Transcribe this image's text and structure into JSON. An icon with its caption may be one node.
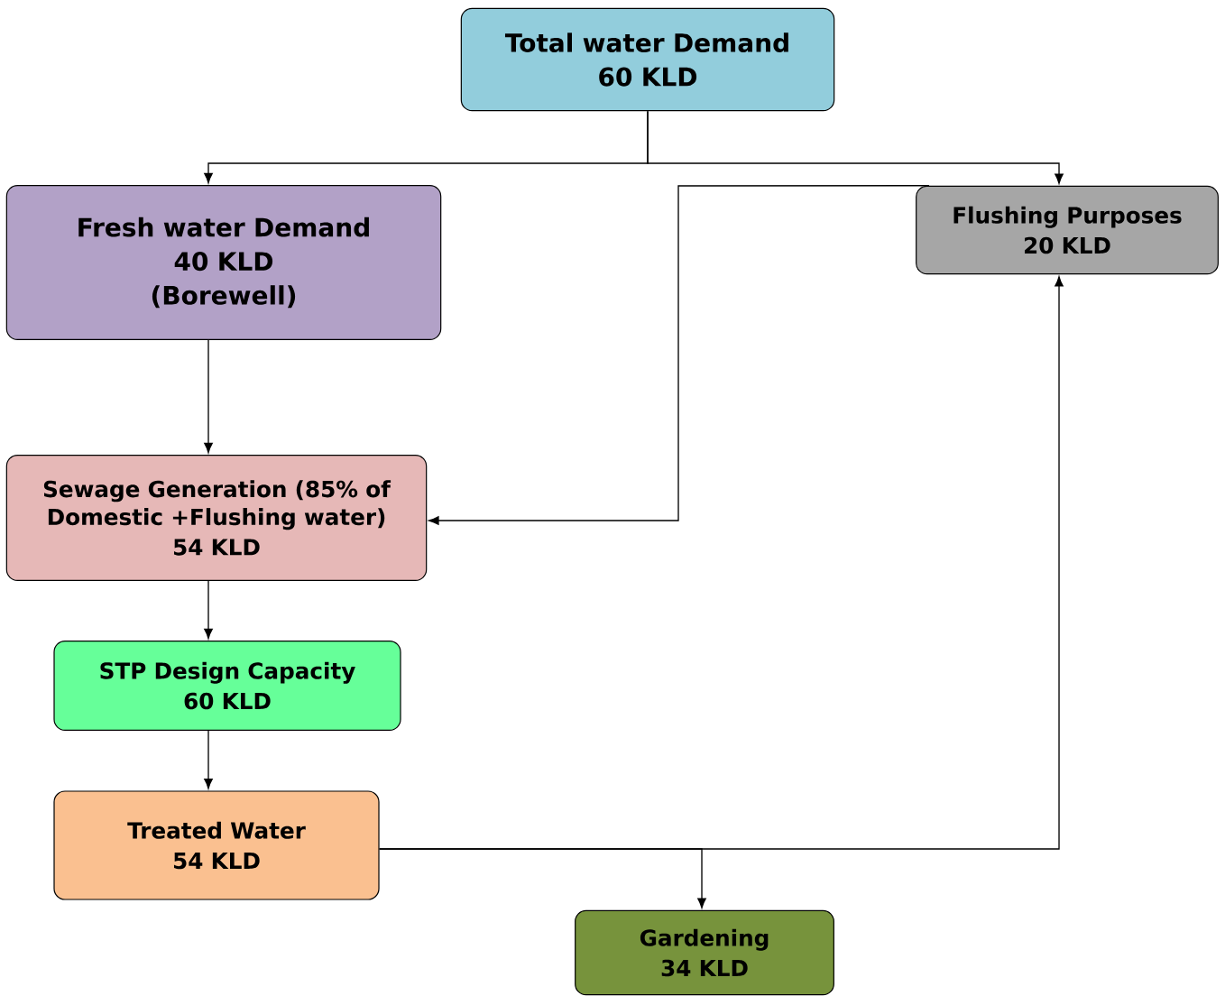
{
  "diagram": {
    "nodes": [
      {
        "text": [
          "Total water Demand",
          "60 KLD"
        ]
      },
      {
        "text": [
          "Fresh water Demand",
          "40 KLD",
          "(Borewell)"
        ]
      },
      {
        "text": [
          "Flushing Purposes",
          "20 KLD"
        ]
      },
      {
        "text": [
          "Sewage Generation (85% of Domestic +Flushing water)",
          "54 KLD"
        ]
      },
      {
        "text": [
          "STP Design Capacity",
          "60 KLD"
        ]
      },
      {
        "text": [
          "Treated Water",
          "54 KLD"
        ]
      },
      {
        "text": [
          "Gardening",
          "34 KLD"
        ]
      }
    ],
    "edges": [
      {
        "from": 0,
        "to": 1,
        "arrow": "to"
      },
      {
        "from": 0,
        "to": 2,
        "arrow": "to"
      },
      {
        "from": 1,
        "to": 3,
        "arrow": "to"
      },
      {
        "from": 2,
        "to": 3,
        "arrow": "to"
      },
      {
        "from": 3,
        "to": 4,
        "arrow": "to"
      },
      {
        "from": 4,
        "to": 5,
        "arrow": "to"
      },
      {
        "from": 5,
        "to": 2,
        "arrow": "to"
      },
      {
        "from": 5,
        "to": 6,
        "arrow": "to"
      }
    ]
  }
}
